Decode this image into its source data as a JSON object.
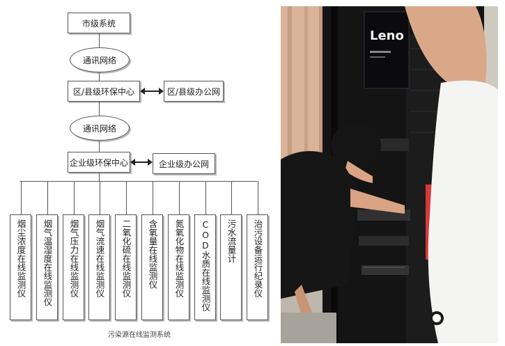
{
  "flowchart": {
    "city_system": "市级系统",
    "network_1": "通讯网络",
    "district_center": "区/县级环保中心",
    "district_office": "区/县级办公网",
    "network_2": "通讯网络",
    "enterprise_center": "企业级环保中心",
    "enterprise_office": "企业级办公网",
    "instruments": [
      "烟尘浓度在线监测仪",
      "烟气温湿度在线监测仪",
      "烟气压力在线监测仪",
      "烟气流速在线监测仪",
      "二氧化硫在线监测仪",
      "含氧量在线监测仪",
      "氮氧化物在线监测仪",
      "COD水质在线监测仪",
      "污水流量计",
      "治污设备运行纪录仪"
    ],
    "caption": "污染源在线监测系统"
  },
  "photo": {
    "monitor_brand_text": "Leno",
    "colors": {
      "curtain": "#d9b49a",
      "cabinet": "#141414",
      "screen": "#0b0b0f",
      "red_label": "#d8383a",
      "wall": "#d6d2c8"
    }
  },
  "colors": {
    "stroke": "#555555",
    "shadow": "#b8b8b8"
  }
}
